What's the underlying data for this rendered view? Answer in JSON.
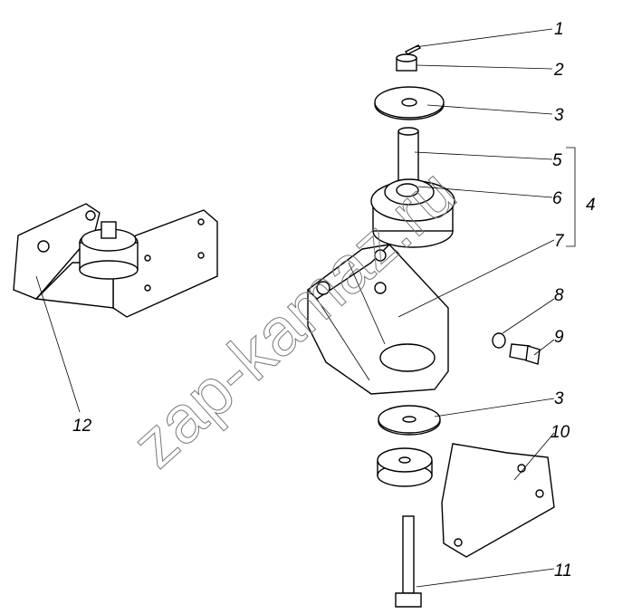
{
  "watermark": "zap-kamaz.ru",
  "callouts": {
    "c1": "1",
    "c2": "2",
    "c3a": "3",
    "c5": "5",
    "c6": "6",
    "c4": "4",
    "c7": "7",
    "c8": "8",
    "c9": "9",
    "c3b": "3",
    "c10": "10",
    "c11": "11",
    "c12": "12"
  }
}
